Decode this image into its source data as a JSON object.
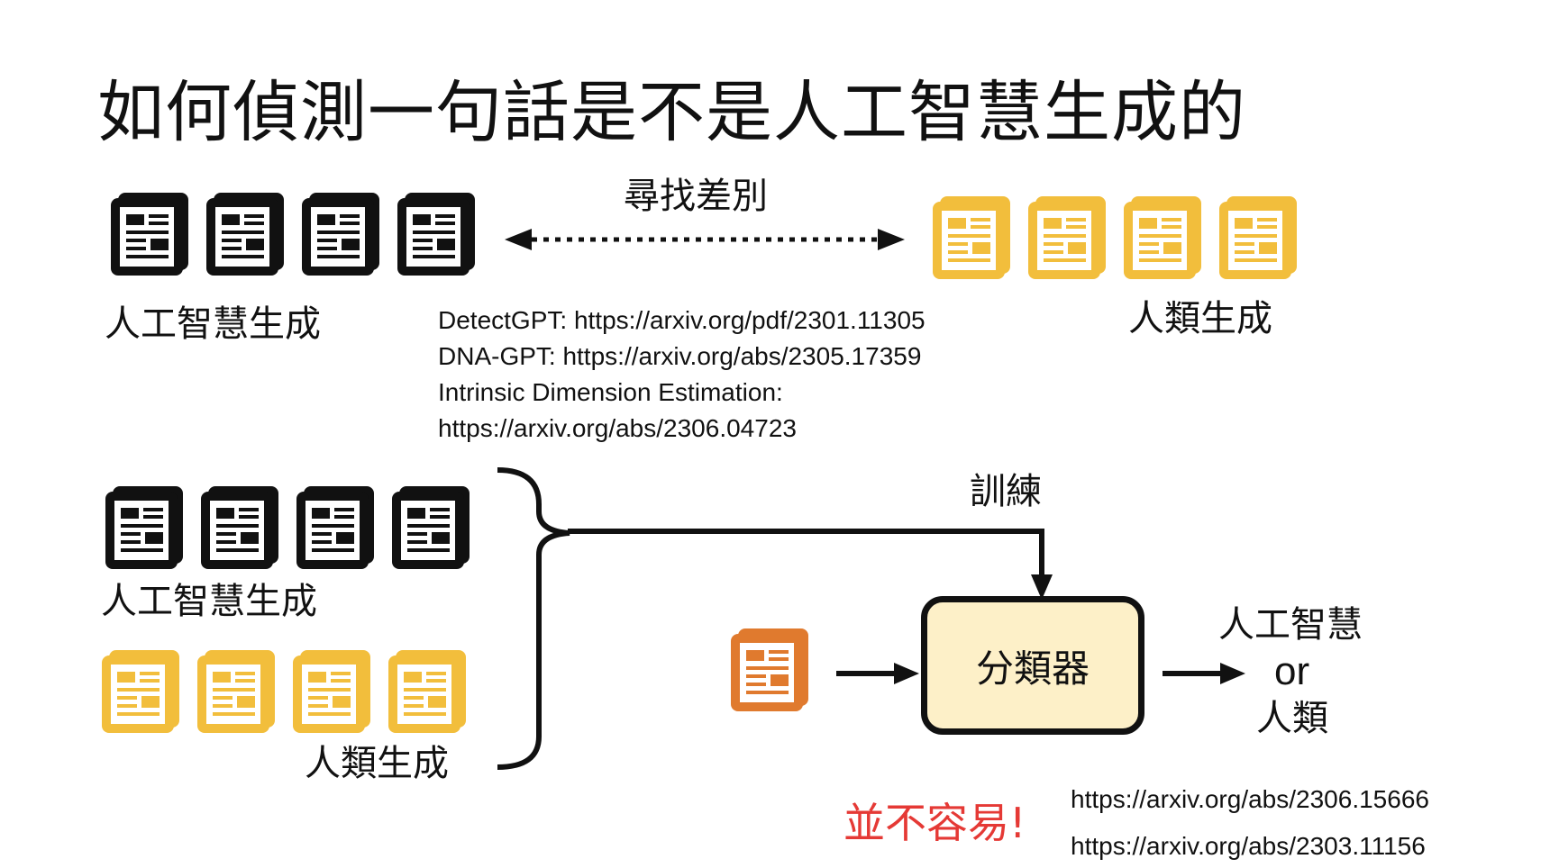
{
  "title": "如何偵測一句話是不是人工智慧生成的",
  "top": {
    "ai_label": "人工智慧生成",
    "human_label": "人類生成",
    "arrow_label": "尋找差別",
    "references": [
      "DetectGPT: https://arxiv.org/pdf/2301.11305",
      "DNA-GPT: https://arxiv.org/abs/2305.17359",
      "Intrinsic Dimension Estimation:",
      "https://arxiv.org/abs/2306.04723"
    ]
  },
  "bottom": {
    "ai_label": "人工智慧生成",
    "human_label": "人類生成",
    "train_label": "訓練",
    "classifier_label": "分類器",
    "output": {
      "line1": "人工智慧",
      "line2": "or",
      "line3": "人類"
    },
    "warning": "並不容易!",
    "references": [
      "https://arxiv.org/abs/2306.15666",
      "https://arxiv.org/abs/2303.11156"
    ]
  },
  "colors": {
    "ai_doc": "#111111",
    "human_doc": "#f2be3c",
    "input_doc": "#e07a2e",
    "warning": "#e53935",
    "classifier_fill": "#fdf0c8"
  },
  "icons": {
    "document": "newspaper-icon"
  }
}
